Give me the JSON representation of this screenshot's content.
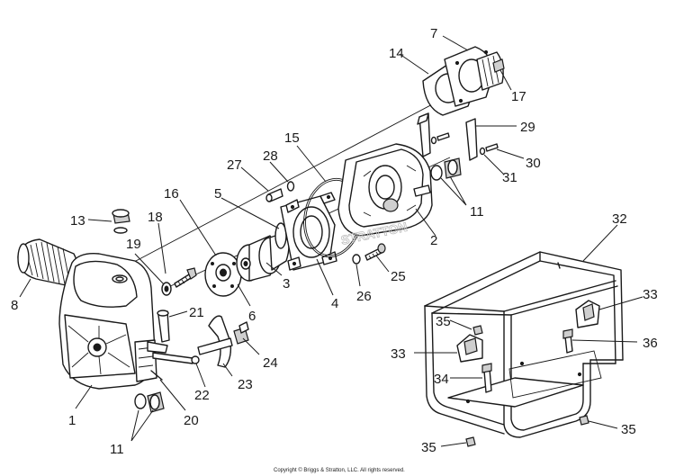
{
  "diagram": {
    "watermark": "STRATTON",
    "copyright": "Copyright © Briggs & Stratton, LLC. All rights reserved.",
    "callouts": {
      "c1": "1",
      "c2": "2",
      "c3": "3",
      "c4": "4",
      "c5": "5",
      "c6": "6",
      "c7": "7",
      "c8": "8",
      "c11a": "11",
      "c11b": "11",
      "c13": "13",
      "c14": "14",
      "c15": "15",
      "c16": "16",
      "c17": "17",
      "c18": "18",
      "c19": "19",
      "c20": "20",
      "c21": "21",
      "c22": "22",
      "c23": "23",
      "c24": "24",
      "c25": "25",
      "c26": "26",
      "c27": "27",
      "c28": "28",
      "c29": "29",
      "c30": "30",
      "c31": "31",
      "c32": "32",
      "c33a": "33",
      "c33b": "33",
      "c34": "34",
      "c35a": "35",
      "c35b": "35",
      "c35c": "35",
      "c36": "36"
    }
  }
}
